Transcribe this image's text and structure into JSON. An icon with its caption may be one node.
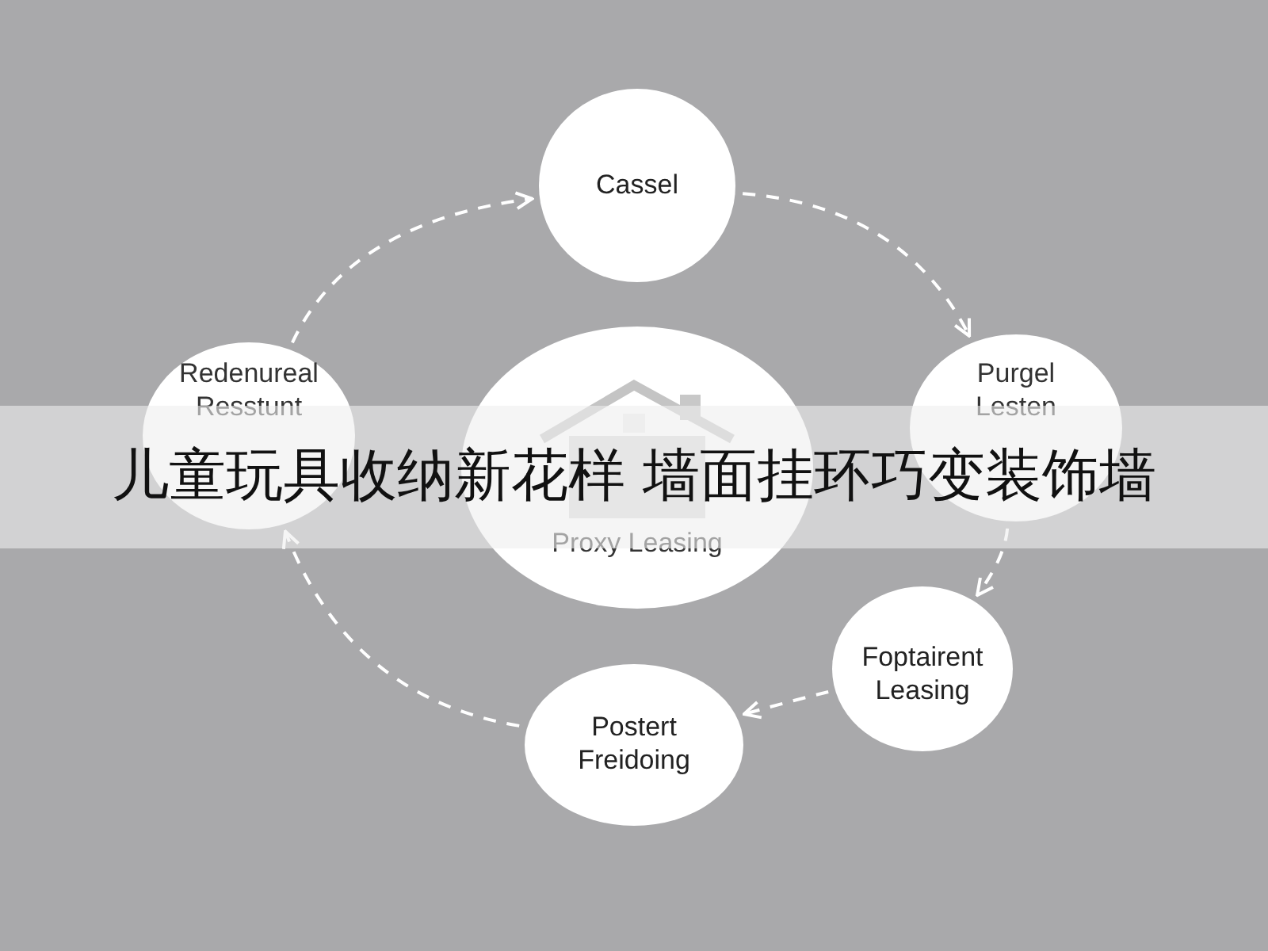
{
  "diagram": {
    "title": "儿童玩具收纳新花样 墙面挂环巧变装饰墙",
    "nodes": [
      {
        "text": [
          "Cassel"
        ]
      },
      {
        "text": [
          "Purgel Lesten"
        ]
      },
      {
        "text": [
          "Foptairent Leasing"
        ]
      },
      {
        "text": [
          "Postert Freidoing"
        ]
      },
      {
        "text": [
          "Redenureal Resstunt"
        ]
      },
      {
        "text": [
          "Proxy Leasing"
        ]
      }
    ],
    "edges": [
      {
        "from": 4,
        "to": 0,
        "arrow": "to",
        "style": "dashed"
      },
      {
        "from": 0,
        "to": 1,
        "arrow": "to",
        "style": "dashed"
      },
      {
        "from": 1,
        "to": 2,
        "arrow": "to",
        "style": "dashed"
      },
      {
        "from": 2,
        "to": 3,
        "arrow": "to",
        "style": "dashed"
      },
      {
        "from": 3,
        "to": 4,
        "arrow": "to",
        "style": "dashed"
      }
    ]
  }
}
